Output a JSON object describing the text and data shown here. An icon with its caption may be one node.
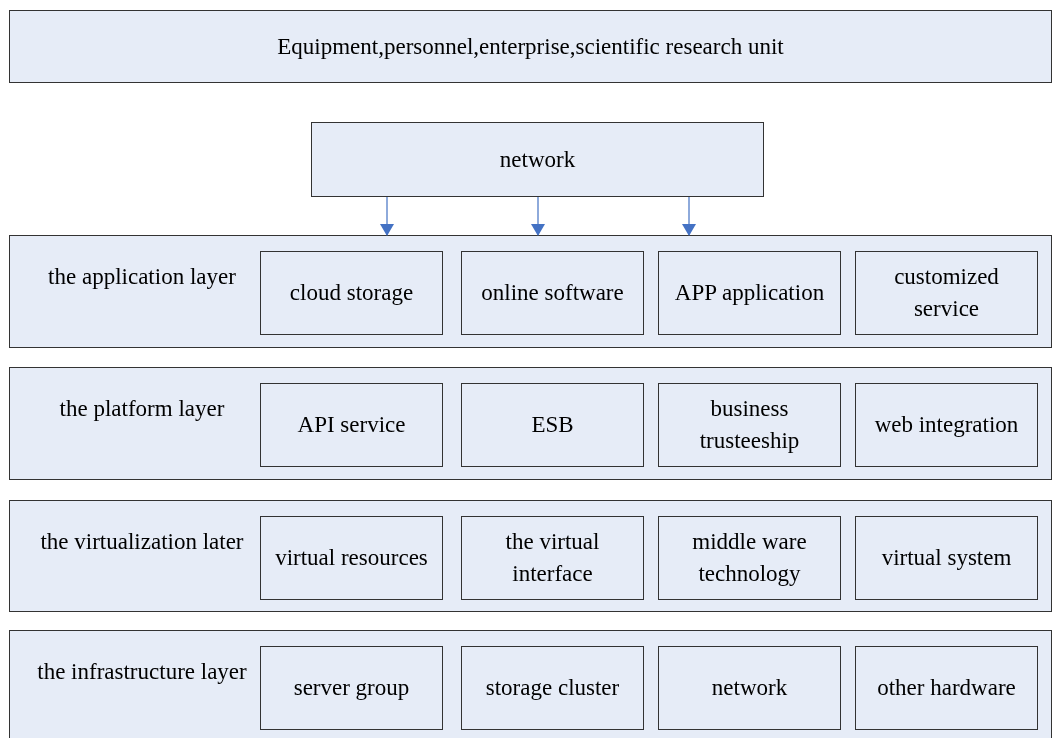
{
  "diagram": {
    "nodes": [
      {
        "text": [
          "Equipment,personnel,enterprise,scientific research unit"
        ]
      },
      {
        "text": [
          "network"
        ]
      },
      {
        "text": [
          "the application layer"
        ]
      },
      {
        "text": [
          "cloud storage"
        ],
        "in": 2
      },
      {
        "text": [
          "online software"
        ],
        "in": 2
      },
      {
        "text": [
          "APP application"
        ],
        "in": 2
      },
      {
        "text": [
          "customized service"
        ],
        "in": 2
      },
      {
        "text": [
          "the platform layer"
        ]
      },
      {
        "text": [
          "API service"
        ],
        "in": 7
      },
      {
        "text": [
          "ESB"
        ],
        "in": 7
      },
      {
        "text": [
          "business trusteeship"
        ],
        "in": 7
      },
      {
        "text": [
          "web integration"
        ],
        "in": 7
      },
      {
        "text": [
          "the virtualization later"
        ]
      },
      {
        "text": [
          "virtual resources"
        ],
        "in": 12
      },
      {
        "text": [
          "the virtual interface"
        ],
        "in": 12
      },
      {
        "text": [
          "middle ware technology"
        ],
        "in": 12
      },
      {
        "text": [
          "virtual system"
        ],
        "in": 12
      },
      {
        "text": [
          "the infrastructure layer"
        ]
      },
      {
        "text": [
          "server group"
        ],
        "in": 17
      },
      {
        "text": [
          "storage cluster"
        ],
        "in": 17
      },
      {
        "text": [
          "network"
        ],
        "in": 17
      },
      {
        "text": [
          "other hardware"
        ],
        "in": 17
      }
    ],
    "edges": [
      {
        "from": 1,
        "to": 2,
        "arrow": "to"
      },
      {
        "from": 1,
        "to": 2,
        "arrow": "to"
      },
      {
        "from": 1,
        "to": 2,
        "arrow": "to"
      }
    ]
  }
}
